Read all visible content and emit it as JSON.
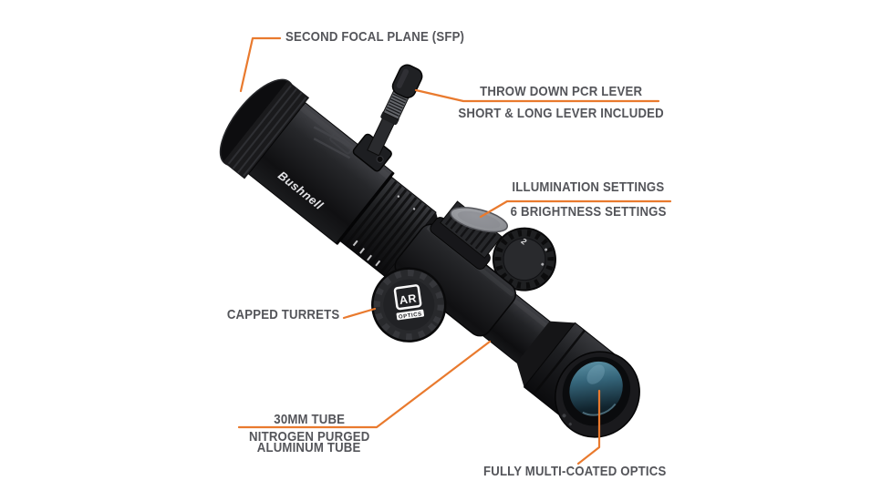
{
  "page": {
    "background": "#ffffff",
    "accent_color": "#E97A2E",
    "label_color": "#54555A"
  },
  "scope": {
    "brand": "Bushnell",
    "turret_logo": "AR",
    "turret_logo_sub": "OPTICS",
    "dial_number": "2"
  },
  "callouts": {
    "sfp": {
      "label": "SECOND FOCAL PLANE (SFP)"
    },
    "lever": {
      "label": "THROW DOWN PCR LEVER",
      "sublabel": "SHORT & LONG LEVER INCLUDED"
    },
    "illumination": {
      "label": "ILLUMINATION SETTINGS",
      "sublabel": "6 BRIGHTNESS SETTINGS"
    },
    "turrets": {
      "label": "CAPPED TURRETS"
    },
    "tube": {
      "label": "30MM TUBE",
      "sublabel_line1": "NITROGEN PURGED",
      "sublabel_line2": "ALUMINUM TUBE"
    },
    "optics": {
      "label": "FULLY MULTI-COATED OPTICS"
    }
  }
}
